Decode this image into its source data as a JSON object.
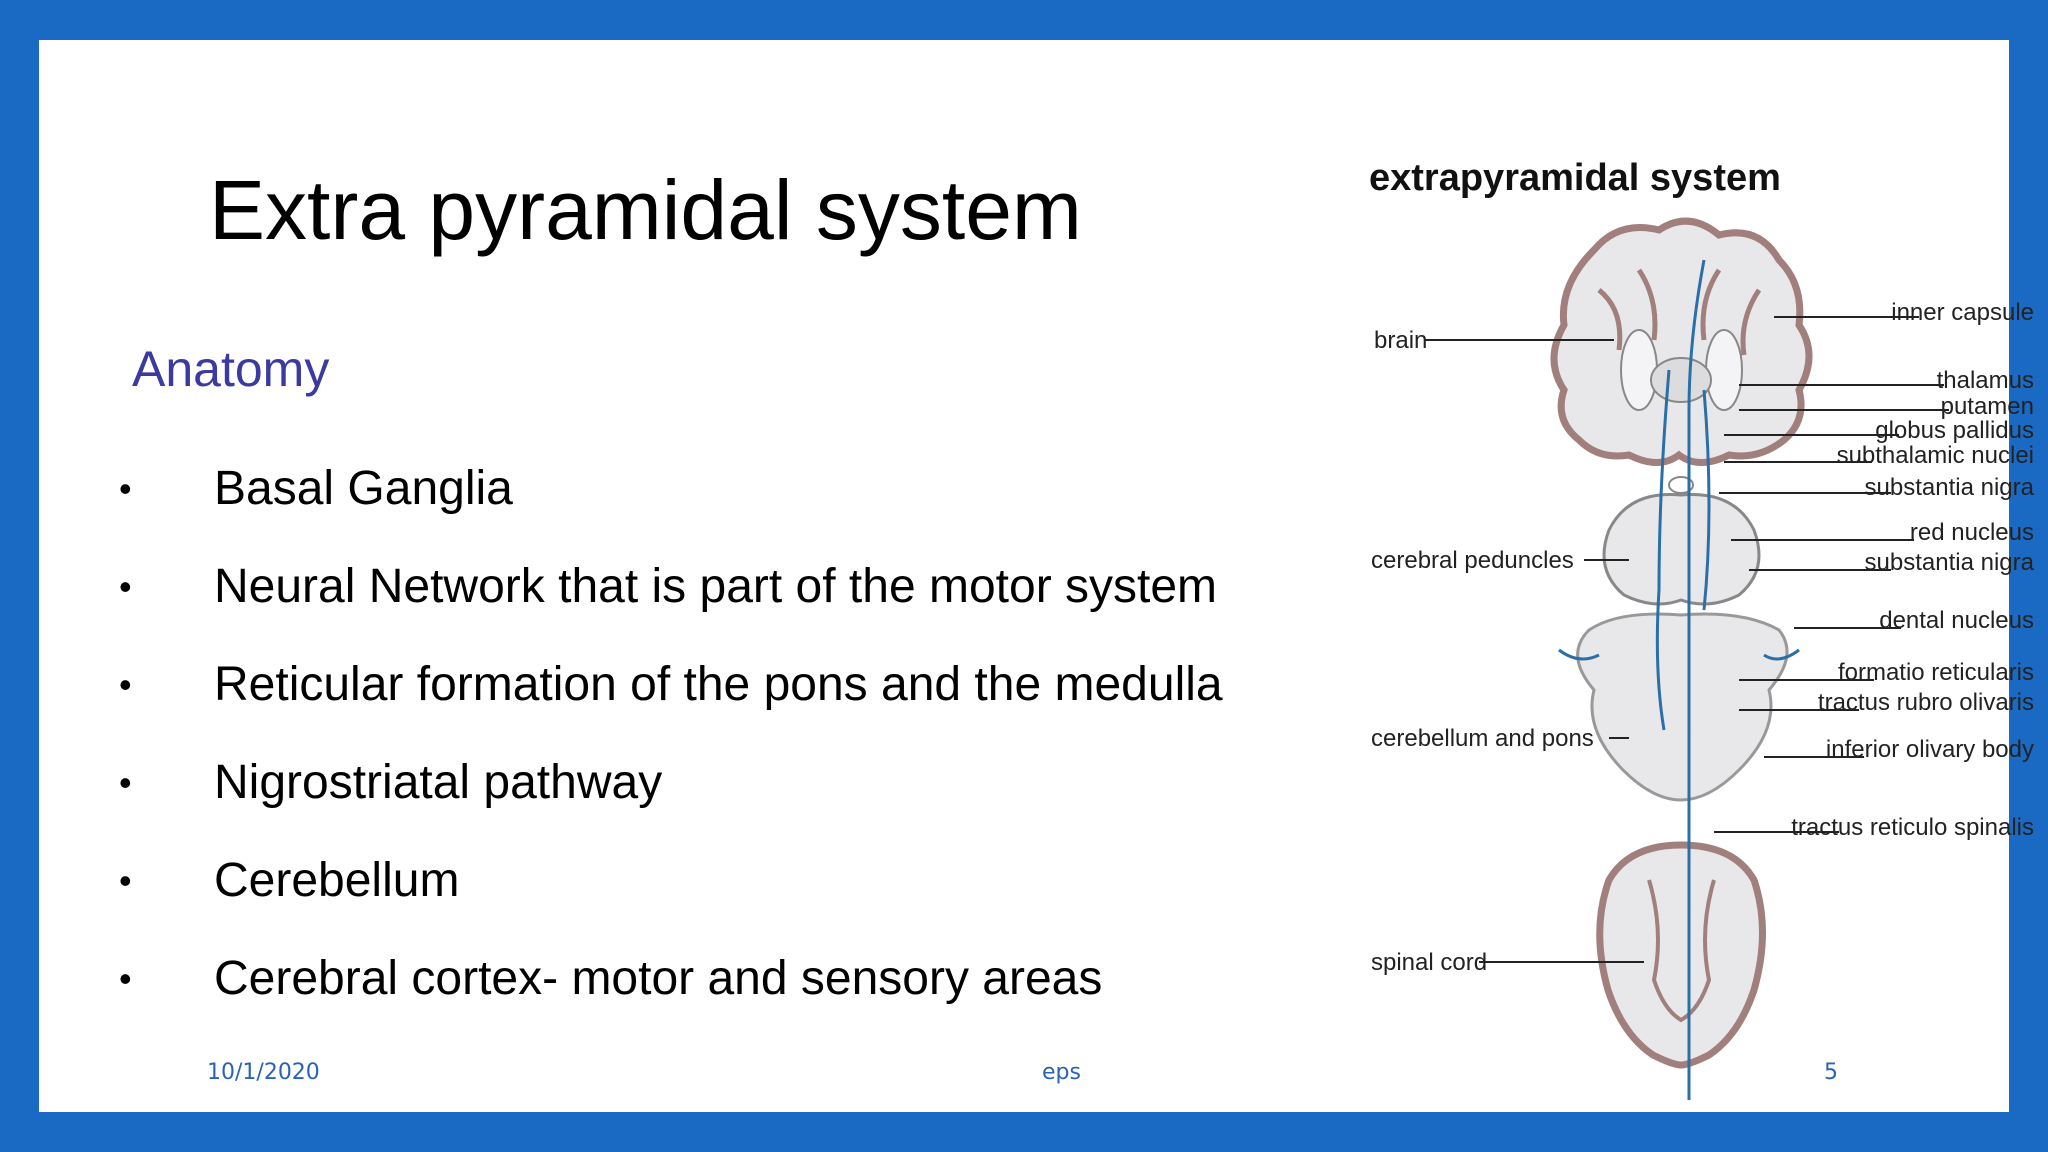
{
  "slide": {
    "title": "Extra pyramidal system",
    "subtitle": "Anatomy",
    "bullets": [
      "Basal Ganglia",
      "Neural Network that is part of the motor system",
      "Reticular formation of the pons and the medulla",
      "Nigrostriatal pathway",
      "Cerebellum",
      "Cerebral cortex- motor and sensory areas"
    ],
    "footer": {
      "date": "10/1/2020",
      "center": "eps",
      "page": "5"
    }
  },
  "diagram": {
    "heading": "extrapyramidal system",
    "left_labels": [
      "brain",
      "cerebral peduncles",
      "cerebellum and pons",
      "spinal cord"
    ],
    "right_labels": [
      "inner capsule",
      "thalamus",
      "putamen",
      "globus pallidus",
      "subthalamic nuclei",
      "substantia nigra",
      "red nucleus",
      "substantia nigra",
      "dental nucleus",
      "formatio reticularis",
      "tractus rubro olivaris",
      "inferior olivary body",
      "tractus reticulo spinalis"
    ],
    "colors": {
      "pathway": "#2a6fa8",
      "tissue_outline": "#a07f7c",
      "tissue_fill": "#e8e8ea"
    }
  }
}
